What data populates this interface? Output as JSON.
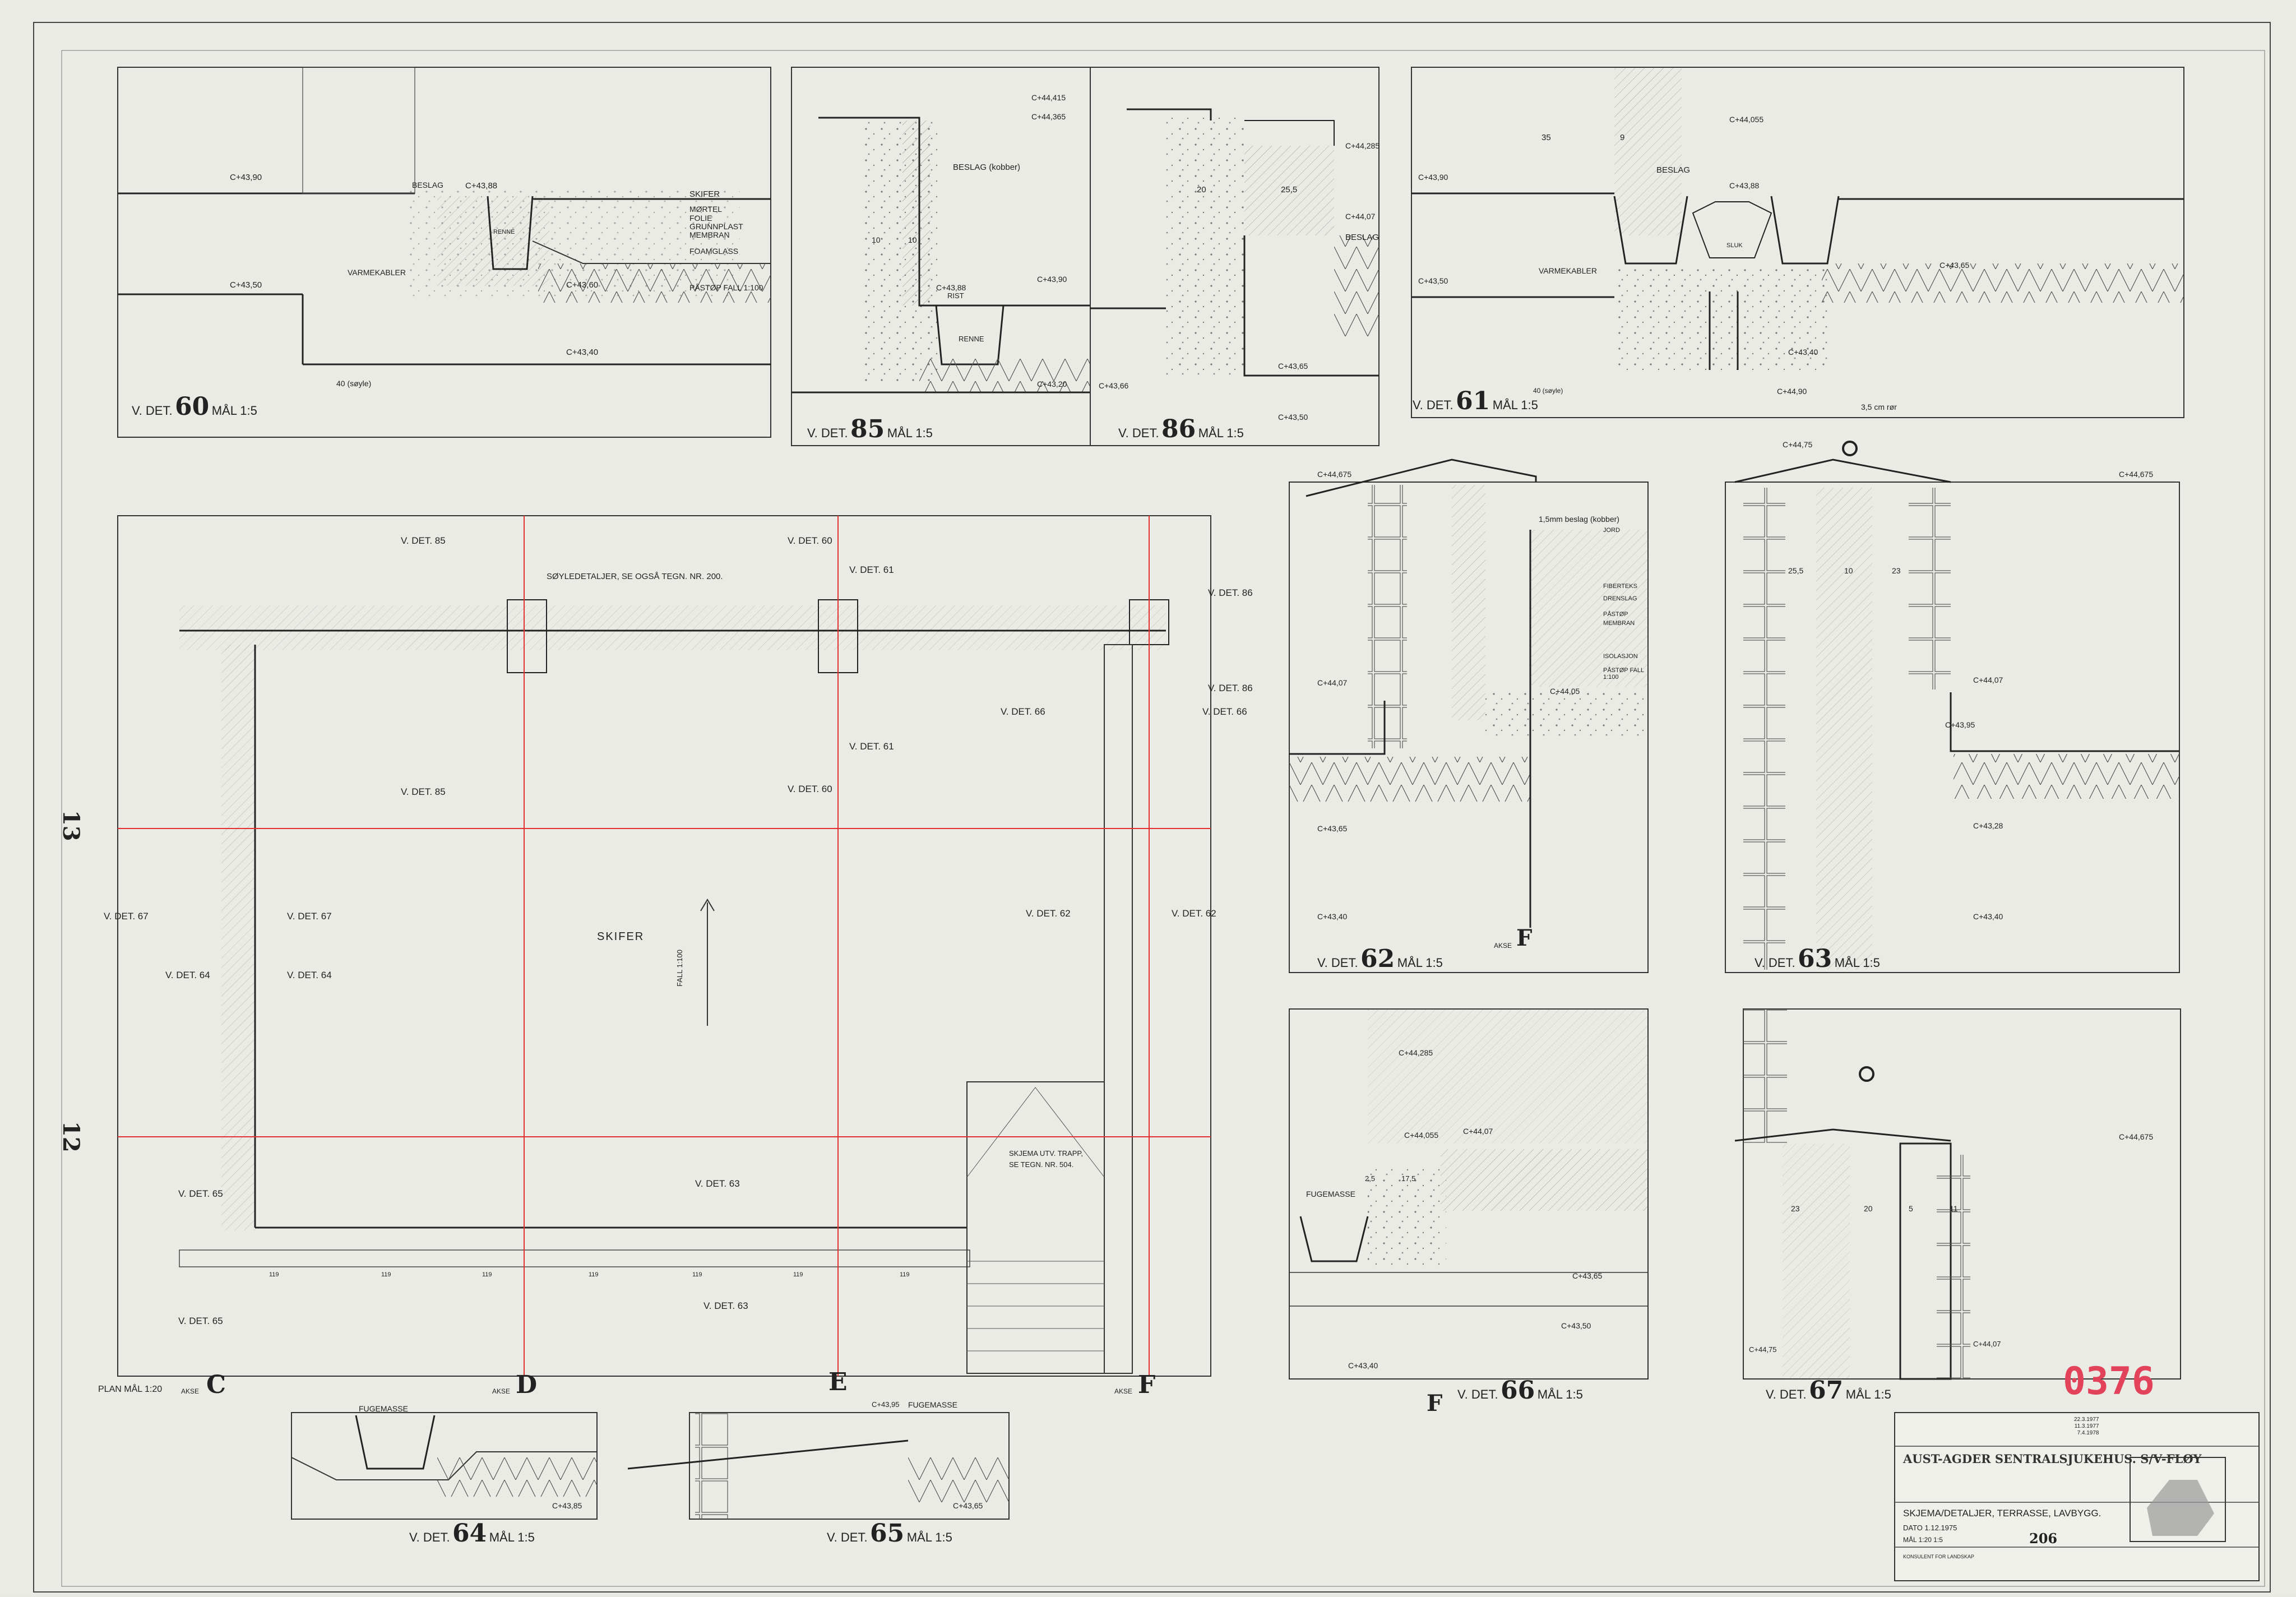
{
  "sheet": {
    "stamp": "0376",
    "title": "AUST-AGDER SENTRALSJUKEHUS. S/V-FLØY",
    "subtitle": "SKJEMA/DETALJER, TERRASSE, LAVBYGG.",
    "date_label": "DATO 1.12.1975",
    "scale_label": "MÅL 1:20 1:5",
    "drawing_no": "206",
    "office_line": "KONSULENT FOR LANDSKAP",
    "revisions": [
      "22.3.1977",
      "11.3.1977",
      "7.4.1978"
    ]
  },
  "details": [
    {
      "id": "60",
      "prefix": "V. DET.",
      "scale": "MÅL 1:5"
    },
    {
      "id": "85",
      "prefix": "V. DET.",
      "scale": "MÅL 1:5"
    },
    {
      "id": "86",
      "prefix": "V. DET.",
      "scale": "MÅL 1:5"
    },
    {
      "id": "61",
      "prefix": "V. DET.",
      "scale": "MÅL 1:5"
    },
    {
      "id": "62",
      "prefix": "V. DET.",
      "scale": "MÅL 1:5"
    },
    {
      "id": "63",
      "prefix": "V. DET.",
      "scale": "MÅL 1:5"
    },
    {
      "id": "66",
      "prefix": "V. DET.",
      "scale": "MÅL 1:5"
    },
    {
      "id": "67",
      "prefix": "V. DET.",
      "scale": "MÅL 1:5"
    },
    {
      "id": "64",
      "prefix": "V. DET.",
      "scale": "MÅL 1:5"
    },
    {
      "id": "65",
      "prefix": "V. DET.",
      "scale": "MÅL 1:5"
    }
  ],
  "plan": {
    "label": "PLAN MÅL 1:20",
    "axes": [
      "C",
      "D",
      "E",
      "F"
    ],
    "axis_word": "AKSE",
    "rows": [
      "13",
      "12"
    ],
    "center_text": "SKIFER",
    "fall_text": "FALL 1:100",
    "note": "SØYLEDETALJER, SE OGSÅ TEGN. NR. 200.",
    "stair_note": [
      "SKJEMA UTV. TRAPP,",
      "SE TEGN. NR. 504."
    ],
    "section_marks": [
      "V. DET. 85",
      "V. DET. 60",
      "V. DET. 61",
      "V. DET. 86",
      "V. DET. 66",
      "V. DET. 67",
      "V. DET. 64",
      "V. DET. 62",
      "V. DET. 63",
      "V. DET. 65"
    ],
    "dims": [
      "119",
      "119",
      "119",
      "119",
      "119",
      "119",
      "119"
    ]
  },
  "annotations": {
    "d60": [
      "C+43,90",
      "C+43,88",
      "C+43,50",
      "C+43,60",
      "C+43,40",
      "SKIFER",
      "MØRTEL",
      "FOLIE",
      "GRUNNPLAST",
      "MEMBRAN",
      "FOAMGLASS",
      "PÅSTØP FALL 1:100",
      "BESLAG",
      "VARMEKABLER",
      "RENNE",
      "40 (søyle)"
    ],
    "d85": [
      "C+44,415",
      "C+44,365",
      "BESLAG (kobber)",
      "C+43,88",
      "C+43,90",
      "RIST",
      "RENNE",
      "C+43,20",
      "10",
      "10"
    ],
    "d86": [
      "C+44,285",
      "C+44,07",
      "BESLAG",
      "C+43,66",
      "C+43,65",
      "C+43,50",
      "20",
      "25,5"
    ],
    "d61": [
      "C+44,055",
      "C+43,90",
      "C+43,88",
      "C+43,50",
      "C+43,65",
      "C+43,40",
      "BESLAG",
      "VARMEKABLER",
      "SLUK",
      "35",
      "9",
      "40 (søyle)"
    ],
    "d62": [
      "C+44,675",
      "C+44,07",
      "C+44,05",
      "C+43,65",
      "C+43,40",
      "1,5mm beslag (kobber)",
      "JORD",
      "FIBERTEKS",
      "DRENSLAG",
      "PÅSTØP",
      "MEMBRAN",
      "ISOLASJON",
      "PÅSTØP FALL 1:100"
    ],
    "d63": [
      "C+44,90",
      "3,5 cm rør",
      "C+44,75",
      "C+44,675",
      "C+44,07",
      "C+43,95",
      "C+43,28",
      "C+43,40",
      "25,5",
      "10",
      "23"
    ],
    "d66": [
      "C+44,285",
      "C+44,055",
      "C+44,07",
      "FUGEMASSE",
      "C+43,65",
      "C+43,50",
      "C+43,40",
      "17,5",
      "2,5"
    ],
    "d67": [
      "C+44,675",
      "C+44,75",
      "C+44,07",
      "23",
      "20",
      "5",
      "11"
    ],
    "d64": [
      "FUGEMASSE",
      "C+43,85"
    ],
    "d65": [
      "C+43,95",
      "FUGEMASSE",
      "C+43,65"
    ]
  }
}
